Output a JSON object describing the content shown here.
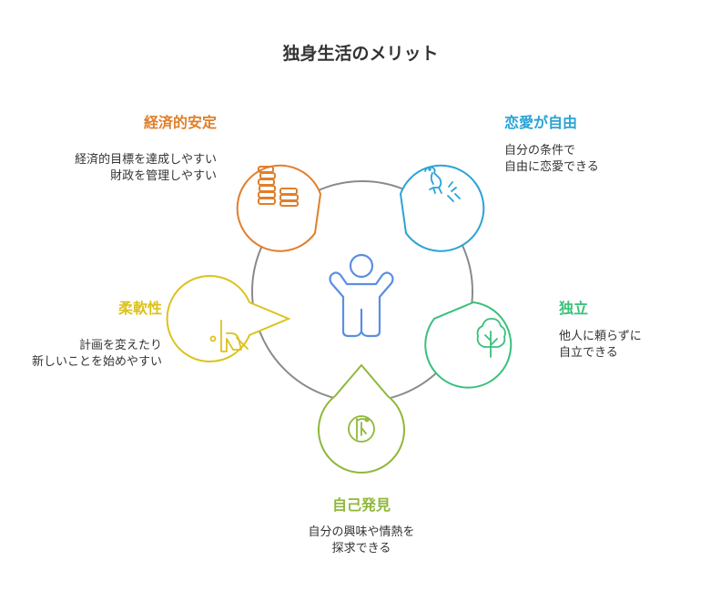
{
  "title": "独身生活のメリット",
  "colors": {
    "financial": "#e07f2a",
    "love": "#2aa3d6",
    "independence": "#3ac07c",
    "discovery": "#8fb83a",
    "flexibility": "#dcc21c",
    "center": "#5b8ee0",
    "ring": "#8a8a8a"
  },
  "items": {
    "financial": {
      "label": "経済的安定",
      "desc": [
        "経済的目標を達成しやすい",
        "財政を管理しやすい"
      ],
      "icon": "coin-stack-icon"
    },
    "love": {
      "label": "恋愛が自由",
      "desc": [
        "自分の条件で",
        "自由に恋愛できる"
      ],
      "icon": "bird-icon"
    },
    "independence": {
      "label": "独立",
      "desc": [
        "他人に頼らずに",
        "自立できる"
      ],
      "icon": "tree-icon"
    },
    "discovery": {
      "label": "自己発見",
      "desc": [
        "自分の興味や情熱を",
        "探求できる"
      ],
      "icon": "hiker-icon"
    },
    "flexibility": {
      "label": "柔軟性",
      "desc": [
        "計画を変えたり",
        "新しいことを始めやすい"
      ],
      "icon": "yoga-icon"
    }
  },
  "center_icon": "person-icon"
}
